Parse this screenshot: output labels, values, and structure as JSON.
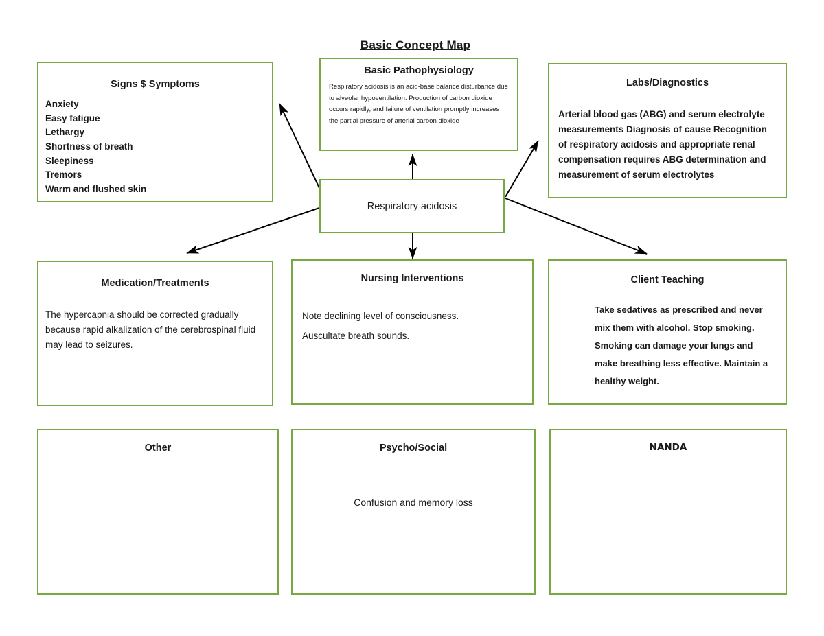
{
  "title": "Basic Concept Map",
  "theme": {
    "border_color": "#77a943",
    "background_color": "#ffffff",
    "text_color": "#1a1a1a"
  },
  "center": {
    "label": "Respiratory acidosis"
  },
  "nodes": {
    "signs": {
      "heading": "Signs $ Symptoms",
      "items": [
        "Anxiety",
        "Easy fatigue",
        "Lethargy",
        "Shortness of breath",
        "Sleepiness",
        "Tremors",
        "Warm and flushed skin"
      ]
    },
    "pathophysiology": {
      "heading": "Basic Pathophysiology",
      "text": "Respiratory acidosis is an acid-base balance disturbance due to alveolar hypoventilation. Production of carbon dioxide occurs rapidly, and failure of ventilation promptly increases the partial pressure of arterial carbon dioxide"
    },
    "labs": {
      "heading": "Labs/Diagnostics",
      "text": "Arterial blood gas (ABG) and serum electrolyte measurements Diagnosis of cause Recognition of respiratory acidosis and appropriate renal compensation requires ABG determination and measurement of serum electrolytes"
    },
    "medication": {
      "heading": "Medication/Treatments",
      "text": " The hypercapnia should be corrected gradually because rapid alkalization of the cerebrospinal fluid may lead to seizures."
    },
    "nursing": {
      "heading": "Nursing Interventions",
      "lines": [
        "Note declining level of consciousness.",
        "Auscultate breath sounds."
      ]
    },
    "teaching": {
      "heading": "Client Teaching",
      "text": "Take sedatives as prescribed and never mix them with alcohol. Stop smoking. Smoking can damage your lungs and make breathing less effective. Maintain a healthy weight."
    },
    "other": {
      "heading": "Other",
      "text": ""
    },
    "psycho": {
      "heading": "Psycho/Social",
      "text": "Confusion and memory loss"
    },
    "nanda": {
      "heading": "NANDA",
      "text": ""
    }
  },
  "connectors": [
    {
      "name": "center-to-signs",
      "from": "center",
      "to": "signs",
      "direction": "up-left"
    },
    {
      "name": "center-to-pathophysiology",
      "from": "center",
      "to": "pathophysiology",
      "direction": "up"
    },
    {
      "name": "center-to-labs",
      "from": "center",
      "to": "labs",
      "direction": "up-right"
    },
    {
      "name": "center-to-medication",
      "from": "center",
      "to": "medication",
      "direction": "down-left"
    },
    {
      "name": "center-to-nursing",
      "from": "center",
      "to": "nursing",
      "direction": "down"
    },
    {
      "name": "center-to-teaching",
      "from": "center",
      "to": "teaching",
      "direction": "down-right"
    }
  ]
}
